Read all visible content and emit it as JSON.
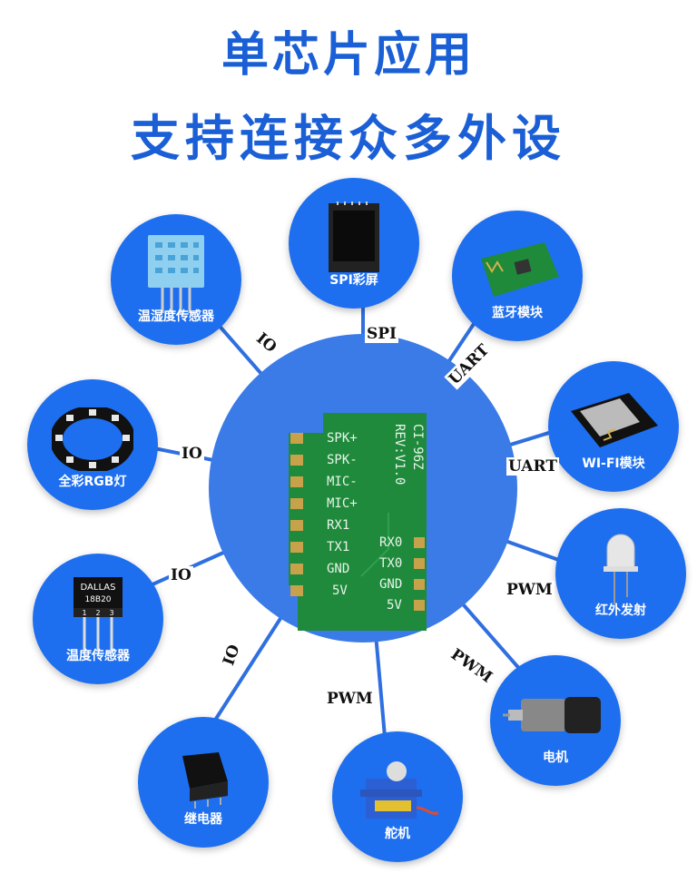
{
  "title": {
    "line1": "单芯片应用",
    "line2": "支持连接众多外设"
  },
  "colors": {
    "title": "#1a5fd6",
    "hub": "#3b7be8",
    "node": "#1d6ff0",
    "pcb": "#1f8a3c",
    "line": "#2f6fe0"
  },
  "peripherals": [
    {
      "id": "spi-screen",
      "label": "SPI彩屏",
      "protocol": "SPI",
      "icon": "lcd-screen-icon"
    },
    {
      "id": "bluetooth",
      "label": "蓝牙模块",
      "protocol": "UART",
      "icon": "bluetooth-module-icon"
    },
    {
      "id": "wifi",
      "label": "WI-FI模块",
      "protocol": "UART",
      "icon": "wifi-module-icon"
    },
    {
      "id": "infrared",
      "label": "红外发射",
      "protocol": "PWM",
      "icon": "led-icon"
    },
    {
      "id": "motor",
      "label": "电机",
      "protocol": "PWM",
      "icon": "motor-icon"
    },
    {
      "id": "servo",
      "label": "舵机",
      "protocol": "PWM",
      "icon": "servo-icon"
    },
    {
      "id": "relay",
      "label": "继电器",
      "protocol": "IO",
      "icon": "relay-icon"
    },
    {
      "id": "temp",
      "label": "温度传感器",
      "protocol": "IO",
      "icon": "ds18b20-icon",
      "chip_text_1": "DALLAS",
      "chip_text_2": "18B20",
      "pin_numbers": [
        "1",
        "2",
        "3"
      ]
    },
    {
      "id": "rgb",
      "label": "全彩RGB灯",
      "protocol": "IO",
      "icon": "rgb-ring-icon"
    },
    {
      "id": "humidity",
      "label": "温湿度传感器",
      "protocol": "IO",
      "icon": "dht-sensor-icon"
    }
  ],
  "board": {
    "name": "CI-96Z",
    "rev": "REV:V1.0",
    "left_pins": [
      "SPK+",
      "SPK-",
      "MIC-",
      "MIC+",
      "RX1",
      "TX1",
      "GND",
      "5V"
    ],
    "right_pins": [
      "RX0",
      "TX0",
      "GND",
      "5V"
    ]
  }
}
